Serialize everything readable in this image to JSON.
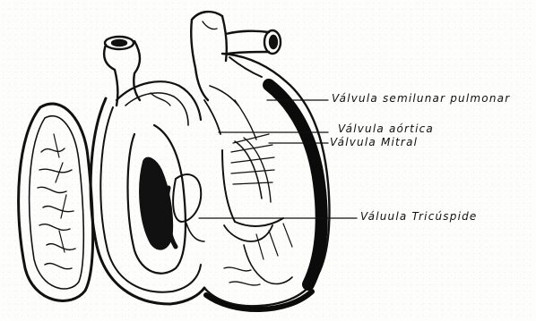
{
  "labels": {
    "pulmonar": "Válvula semilunar pulmonar",
    "aortica": "Válvula aórtica",
    "mitral": "Válvula Mitral",
    "tricuspide": "Váluula Tricúspide"
  },
  "colors": {
    "ink": "#111111",
    "paper": "#fdfdfb"
  }
}
